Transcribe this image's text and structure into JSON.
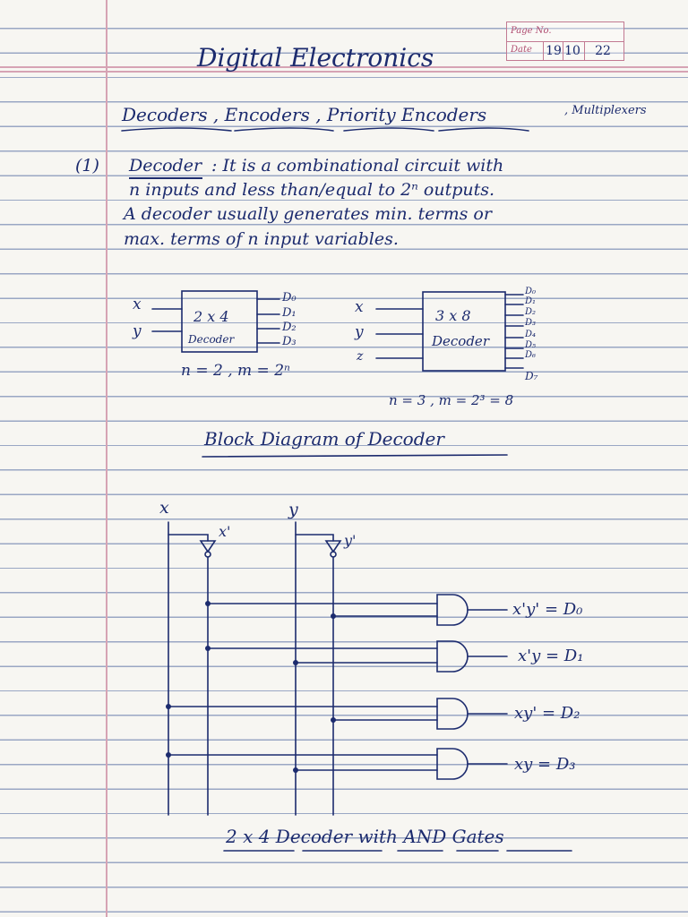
{
  "page_box": {
    "page_no_label": "Page No.",
    "date_label": "Date",
    "date_day": "19",
    "date_month": "10",
    "date_year": "22"
  },
  "title": "Digital   Electronics",
  "topics": "Decoders , Encoders , Priority Encoders",
  "topics_extra": ", Multiplexers",
  "section": {
    "number": "(1)",
    "term": "Decoder",
    "line1": ": It is a combinational circuit with",
    "line2": "n inputs and less than/equal to 2ⁿ outputs.",
    "line3": "A decoder usually generates min. terms or",
    "line4": "max. terms of n input variables."
  },
  "block_2x4": {
    "inputs": [
      "x",
      "y"
    ],
    "label_top": "2 x 4",
    "label_bottom": "Decoder",
    "outputs": [
      "D₀",
      "D₁",
      "D₂",
      "D₃"
    ],
    "caption": "n = 2 , m = 2ⁿ"
  },
  "block_3x8": {
    "inputs": [
      "x",
      "y",
      "z"
    ],
    "label_top": "3 x 8",
    "label_bottom": "Decoder",
    "outputs": [
      "D₀",
      "D₁",
      "D₂",
      "D₃",
      "D₄",
      "D₅",
      "D₆",
      "D₇"
    ],
    "caption": "n = 3 , m = 2³ = 8"
  },
  "block_diagram_caption": "Block Diagram of Decoder",
  "circuit": {
    "input_x": "x",
    "input_y": "y",
    "not_x": "x'",
    "not_y": "y'",
    "outputs": [
      "x'y' = D₀",
      "x'y = D₁",
      "xy' = D₂",
      "xy = D₃"
    ],
    "caption": "2 x 4 Decoder with AND Gates"
  }
}
